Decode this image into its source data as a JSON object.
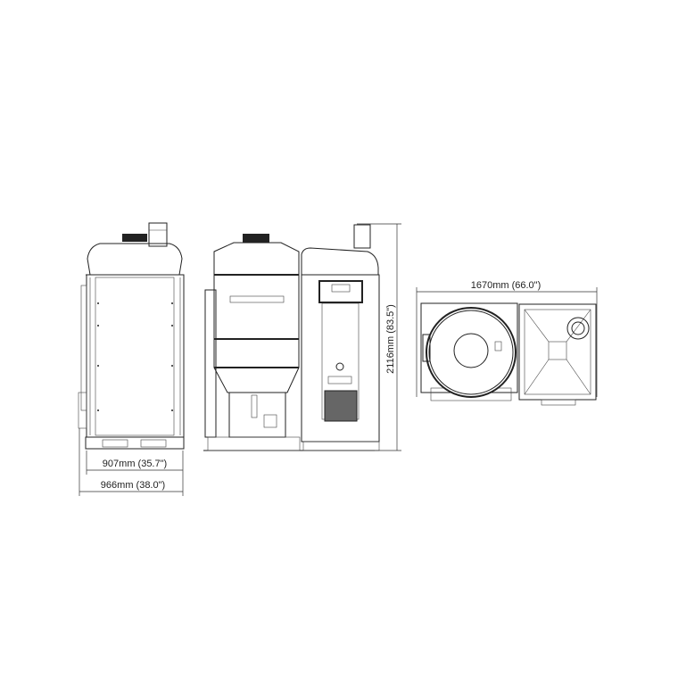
{
  "dimensions": {
    "inner_width": "907mm (35.7\")",
    "outer_width": "966mm (38.0\")",
    "height": "2116mm (83.5\")",
    "total_length": "1670mm (66.0\")"
  },
  "colors": {
    "line": "#222222",
    "background": "#ffffff"
  }
}
